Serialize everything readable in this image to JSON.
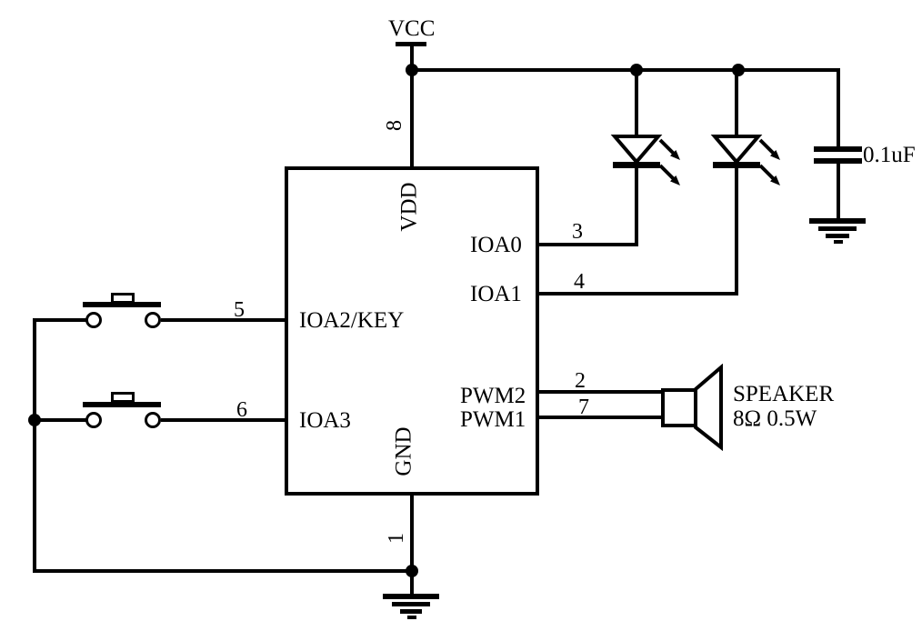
{
  "power_rail": {
    "vcc_label": "VCC"
  },
  "ic": {
    "pins": {
      "vdd": {
        "name": "VDD",
        "number": "8"
      },
      "ioa0": {
        "name": "IOA0",
        "number": "3"
      },
      "ioa1": {
        "name": "IOA1",
        "number": "4"
      },
      "ioa2_key": {
        "name": "IOA2/KEY",
        "number": "5"
      },
      "ioa3": {
        "name": "IOA3",
        "number": "6"
      },
      "pwm2": {
        "name": "PWM2",
        "number": "2"
      },
      "pwm1": {
        "name": "PWM1",
        "number": "7"
      },
      "gnd": {
        "name": "GND",
        "number": "1"
      }
    }
  },
  "capacitor": {
    "value": "0.1uF"
  },
  "speaker": {
    "name": "SPEAKER",
    "spec": "8Ω 0.5W"
  },
  "colors": {
    "line": "#000000",
    "background": "#ffffff"
  }
}
